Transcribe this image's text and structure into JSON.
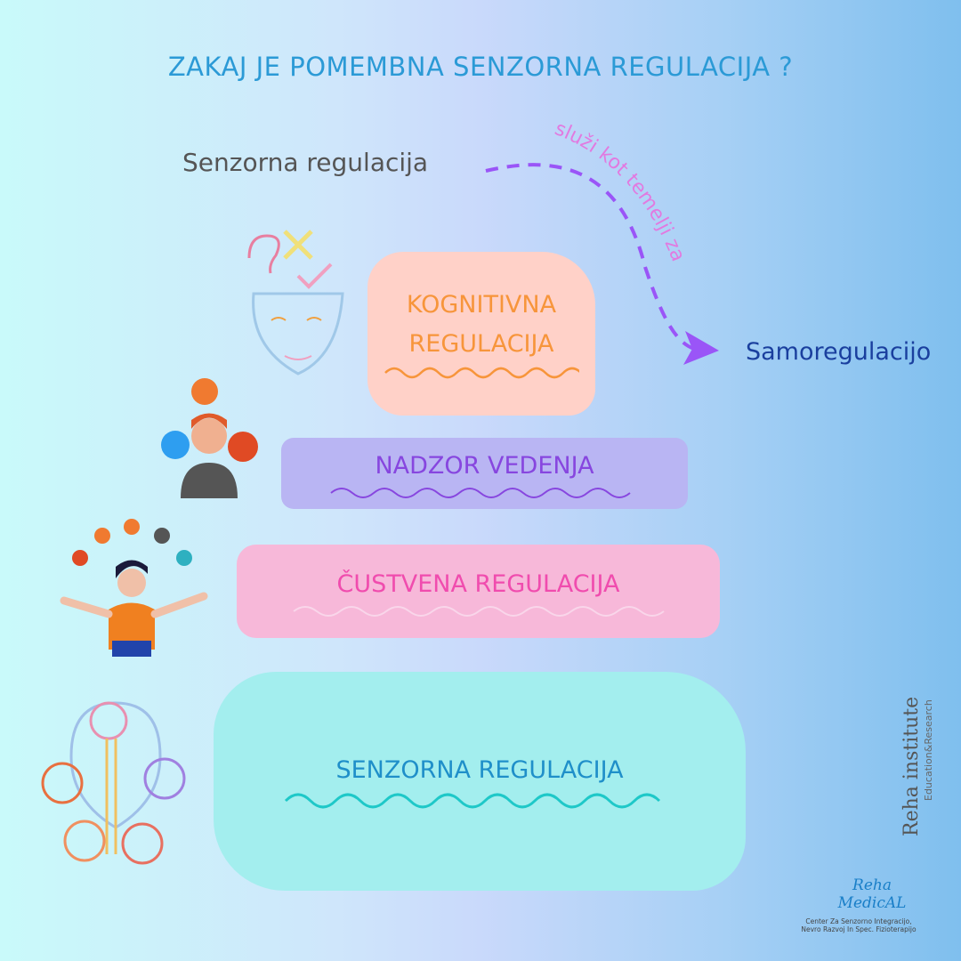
{
  "title": "ZAKAJ JE POMEMBNA SENZORNA REGULACIJA ?",
  "source_label": "Senzorna regulacija",
  "arrow_label": "služi kot temelji za",
  "target_label": "Samoregulacijo",
  "levels": [
    {
      "label_1": "KOGNITIVNA",
      "label_2": "REGULACIJA",
      "fill": "#ffd1c8",
      "text_color": "#f7953b",
      "icon": "head-thinking-icon"
    },
    {
      "label": "NADZOR VEDENJA",
      "fill": "#b9b5f3",
      "text_color": "#8746df",
      "icon": "person-emotions-icon"
    },
    {
      "label": "ČUSTVENA REGULACIJA",
      "fill": "#f7b8d9",
      "text_color": "#f04cae",
      "icon": "person-juggling-emojis-icon"
    },
    {
      "label": "SENZORNA REGULACIJA",
      "fill": "#a3eeee",
      "text_color": "#1f8fc9",
      "icon": "senses-brain-icon"
    }
  ],
  "colors": {
    "arrow": "#9a55f7",
    "arrow_text": "#e27ae0"
  },
  "logos": {
    "institute": "Reha institute",
    "institute_sub": "Education&Research",
    "medical": "Reha MedicAL",
    "medical_sub_1": "Center Za Senzorno Integracijo,",
    "medical_sub_2": "Nevro Razvoj In Spec. Fizioterapijo"
  }
}
